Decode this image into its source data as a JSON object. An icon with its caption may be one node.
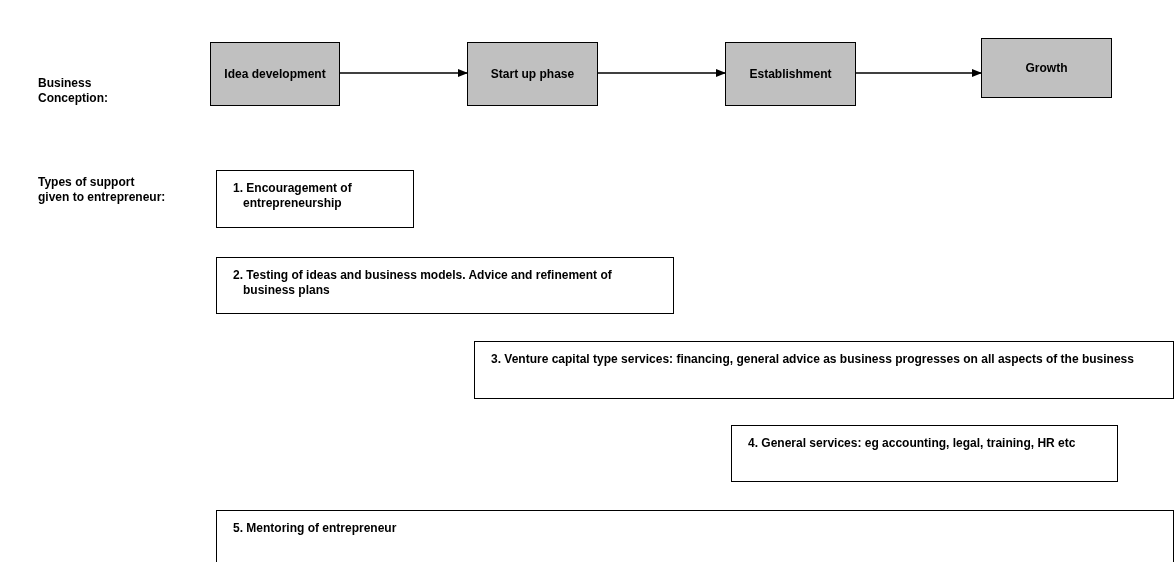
{
  "diagram": {
    "nodes": [
      {
        "text": [
          "Idea development"
        ]
      },
      {
        "text": [
          "Start up phase"
        ]
      },
      {
        "text": [
          "Establishment"
        ]
      },
      {
        "text": [
          "Growth"
        ]
      },
      {
        "text": [
          "1. Encouragement of entrepreneurship"
        ]
      },
      {
        "text": [
          "2. Testing of ideas and business models. Advice and refinement of business plans"
        ]
      },
      {
        "text": [
          "3. Venture capital type services:  financing, general advice as business progresses on all aspects of the business"
        ]
      },
      {
        "text": [
          "4. General services: eg accounting, legal, training, HR etc"
        ]
      },
      {
        "text": [
          "5. Mentoring of entrepreneur"
        ]
      }
    ],
    "edges": [
      {
        "from": 0,
        "to": 1,
        "arrow": "to"
      },
      {
        "from": 1,
        "to": 2,
        "arrow": "to"
      },
      {
        "from": 2,
        "to": 3,
        "arrow": "to"
      }
    ],
    "labels": [
      "Business Conception:",
      "Types of support given to entrepreneur:"
    ]
  }
}
